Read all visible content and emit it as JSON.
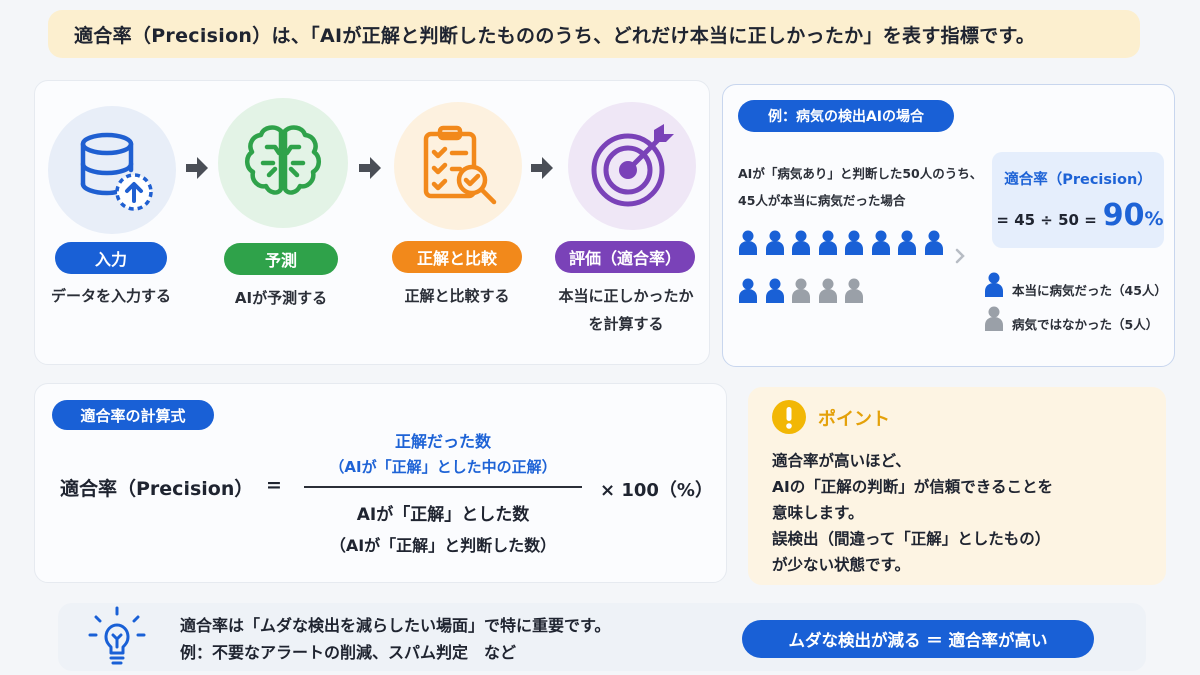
{
  "title": "適合率（Precision）は、「AIが正解と判断したもののうち、どれだけ本当に正しかったか」を表す指標です。",
  "colors": {
    "blue": "#1960d6",
    "green": "#2fa24a",
    "orange": "#f2891b",
    "purple": "#7a42b8",
    "gray": "#9aa0a8",
    "yellow": "#f2b705"
  },
  "flow": {
    "steps": [
      {
        "icon": "database-upload-icon",
        "label": "入力",
        "desc": [
          "データを入力する"
        ]
      },
      {
        "icon": "brain-icon",
        "label": "予測",
        "desc": [
          "AIが予測する"
        ]
      },
      {
        "icon": "checklist-magnifier-icon",
        "label": "正解と比較",
        "desc": [
          "正解と比較する"
        ]
      },
      {
        "icon": "target-icon",
        "label": "評価（適合率）",
        "desc": [
          "本当に正しかったか",
          "を計算する"
        ]
      }
    ]
  },
  "example": {
    "badge": "例：病気の検出AIの場合",
    "text1": "AIが「病気あり」と判断した50人のうち、",
    "text2": "45人が本当に病気だった場合",
    "precision_label": "適合率（Precision）",
    "precision_calc": "= 45 ÷ 50 =",
    "precision_value": "90",
    "precision_unit": "%",
    "positives_total": 13,
    "true_count": 10,
    "legend_true": "本当に病気だった（45人）",
    "legend_false": "病気ではなかった（5人）"
  },
  "formula": {
    "badge": "適合率の計算式",
    "lhs": "適合率（Precision）",
    "equals": "=",
    "numerator1": "正解だった数",
    "numerator2": "（AIが「正解」とした中の正解）",
    "denominator1": "AIが「正解」とした数",
    "denominator2": "（AIが「正解」と判断した数）",
    "multiplier": "× 100（%）"
  },
  "point": {
    "title": "ポイント",
    "lines": [
      "適合率が高いほど、",
      "AIの「正解の判断」が信頼できることを",
      "意味します。",
      "誤検出（間違って「正解」としたもの）",
      "が少ない状態です。"
    ]
  },
  "bottom": {
    "line1": "適合率は「ムダな検出を減らしたい場面」で特に重要です。",
    "line2": "例：不要なアラートの削減、スパム判定　など",
    "pill": "ムダな検出が減る ＝ 適合率が高い"
  }
}
